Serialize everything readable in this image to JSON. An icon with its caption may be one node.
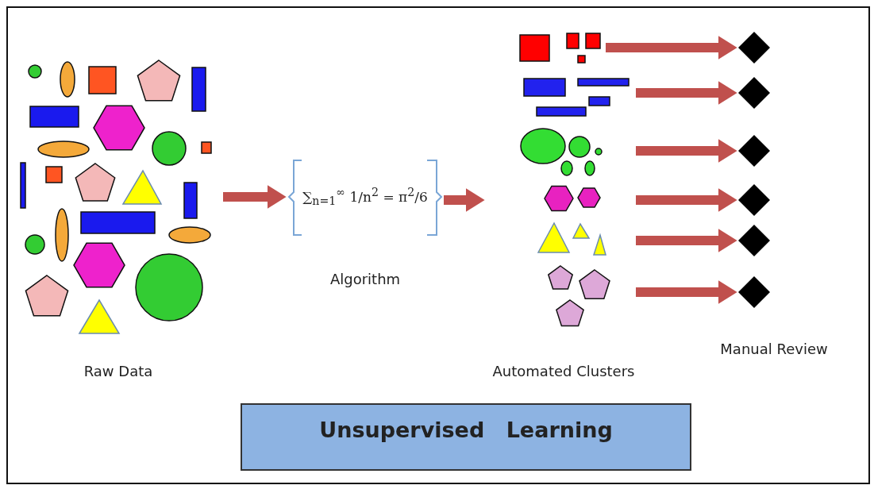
{
  "diagram": {
    "nodes": [
      {
        "text": [
          "Raw Data"
        ]
      },
      {
        "text": [
          "∑$_{n=1}$$^{∞}$ 1/n$^{2}$ = π$^{2}$/6",
          "Algorithm"
        ]
      },
      {
        "text": [
          "Automated Clusters"
        ]
      },
      {
        "text": [],
        "shape": "picture",
        "in": 2
      },
      {
        "text": [],
        "shape": "picture",
        "in": 2
      },
      {
        "text": [],
        "shape": "picture",
        "in": 2
      },
      {
        "text": [],
        "shape": "picture",
        "in": 2
      },
      {
        "text": [],
        "shape": "picture",
        "in": 2
      },
      {
        "text": [],
        "shape": "picture",
        "in": 2
      },
      {
        "text": [
          "Manual Review"
        ]
      },
      {
        "text": [],
        "shape": "diamond",
        "in": 9
      },
      {
        "text": [],
        "shape": "diamond",
        "in": 9
      },
      {
        "text": [],
        "shape": "diamond",
        "in": 9
      },
      {
        "text": [],
        "shape": "diamond",
        "in": 9
      },
      {
        "text": [],
        "shape": "diamond",
        "in": 9
      },
      {
        "text": [],
        "shape": "diamond",
        "in": 9
      },
      {
        "text": [
          "Unsupervised Learning"
        ]
      }
    ],
    "edges": [
      {
        "from": 0,
        "to": 1,
        "arrow": "to"
      },
      {
        "from": 1,
        "to": 2,
        "arrow": "to"
      },
      {
        "from": 3,
        "to": 10,
        "arrow": "to"
      },
      {
        "from": 4,
        "to": 11,
        "arrow": "to"
      },
      {
        "from": 5,
        "to": 12,
        "arrow": "to"
      },
      {
        "from": 6,
        "to": 13,
        "arrow": "to"
      },
      {
        "from": 7,
        "to": 14,
        "arrow": "to"
      },
      {
        "from": 8,
        "to": 15,
        "arrow": "to"
      }
    ]
  }
}
